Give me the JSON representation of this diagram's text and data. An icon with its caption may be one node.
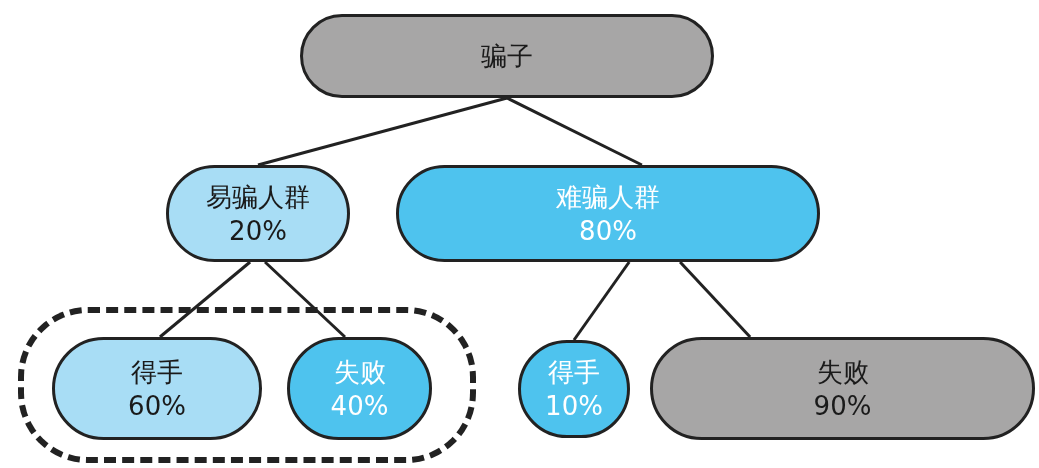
{
  "diagram": {
    "nodes": [
      {
        "text": [
          "骗子"
        ]
      },
      {
        "text": [
          "易骗人群",
          "20%"
        ]
      },
      {
        "text": [
          "难骗人群",
          "80%"
        ]
      },
      {
        "text": [],
        "shape": "box"
      },
      {
        "text": [
          "得手",
          "60%"
        ],
        "in": 3
      },
      {
        "text": [
          "失败",
          "40%"
        ],
        "in": 3
      },
      {
        "text": [
          "得手",
          "10%"
        ]
      },
      {
        "text": [
          "失败",
          "90%"
        ]
      }
    ],
    "edges": [
      {
        "from": 0,
        "to": 1,
        "arrow": "none"
      },
      {
        "from": 0,
        "to": 2,
        "arrow": "none"
      },
      {
        "from": 1,
        "to": 4,
        "arrow": "none"
      },
      {
        "from": 1,
        "to": 5,
        "arrow": "none"
      },
      {
        "from": 2,
        "to": 6,
        "arrow": "none"
      },
      {
        "from": 2,
        "to": 7,
        "arrow": "none"
      }
    ]
  }
}
